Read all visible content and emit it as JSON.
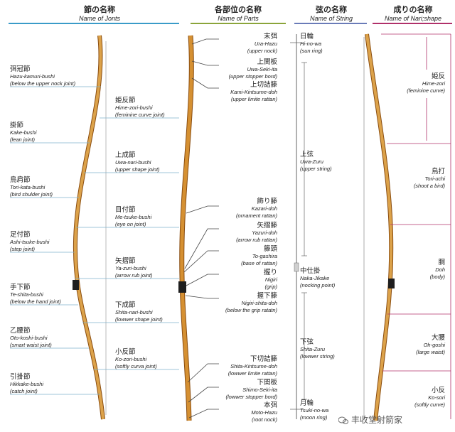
{
  "headers": {
    "joints": {
      "jp": "節の名称",
      "en": "Name of Jonts"
    },
    "parts": {
      "jp": "各部位の名称",
      "en": "Name of Parts"
    },
    "string": {
      "jp": "弦の名称",
      "en": "Name of String"
    },
    "shape": {
      "jp": "成りの名称",
      "en": "Name of Nari;shape"
    }
  },
  "joints_left": [
    {
      "jp": "弭冠節",
      "rom": "Hazu-kamuri-bushi",
      "en": "(below the upper nock joint)"
    },
    {
      "jp": "掛節",
      "rom": "Kake-bushi",
      "en": "(lean joint)"
    },
    {
      "jp": "鳥肩節",
      "rom": "Tori-kata-bushi",
      "en": "(bird shulder joint)"
    },
    {
      "jp": "足付節",
      "rom": "Ashi-tsuke-bushi",
      "en": "(step joint)"
    },
    {
      "jp": "手下節",
      "rom": "Te-shita-bushi",
      "en": "(below the hand joint)"
    },
    {
      "jp": "乙腰節",
      "rom": "Oto-koshi-bushi",
      "en": "(smart waist joint)"
    },
    {
      "jp": "引掛節",
      "rom": "Hikkake-bushi",
      "en": "(catch joint)"
    }
  ],
  "joints_right": [
    {
      "jp": "姫反節",
      "rom": "Hime-zori-bushi",
      "en": "(feminine curve joint)"
    },
    {
      "jp": "上成節",
      "rom": "Uwa-nari-bushi",
      "en": "(upper shape joint)"
    },
    {
      "jp": "目付節",
      "rom": "Me-tsuke-bushi",
      "en": "(eye on joint)"
    },
    {
      "jp": "矢摺節",
      "rom": "Ya-zuri-bushi",
      "en": "(arrow rub joint)"
    },
    {
      "jp": "下成節",
      "rom": "Shita-nari-bushi",
      "en": "(lowwer shape joint)"
    },
    {
      "jp": "小反節",
      "rom": "Ko-zori-bushi",
      "en": "(softly curva joint)"
    }
  ],
  "parts": [
    {
      "jp": "末弭",
      "rom": "Ura-Hazu",
      "en": "(upper nock)"
    },
    {
      "jp": "上関板",
      "rom": "Uwa-Seki-ita",
      "en": "(upper stopper bord)"
    },
    {
      "jp": "上切詰籐",
      "rom": "Kami-Kintsume-doh",
      "en": "(upper limite rattan)"
    },
    {
      "jp": "飾り籐",
      "rom": "Kazari-doh",
      "en": "(ornament rattan)"
    },
    {
      "jp": "矢摺籐",
      "rom": "Yazuri-doh",
      "en": "(arrow rub rattan)"
    },
    {
      "jp": "籐頭",
      "rom": "To-gashira",
      "en": "(base of rattan)"
    },
    {
      "jp": "握り",
      "rom": "Nigiri",
      "en": "(grip)"
    },
    {
      "jp": "握下籐",
      "rom": "Nigiri-shita-doh",
      "en": "(below the grip ratatn)"
    },
    {
      "jp": "下切詰籐",
      "rom": "Shita-Kintsume-doh",
      "en": "(lowwer limite rattan)"
    },
    {
      "jp": "下関板",
      "rom": "Shimo-Seki-ita",
      "en": "(lowwer stopper bord)"
    },
    {
      "jp": "本弭",
      "rom": "Moto-Hazu",
      "en": "(root nock)"
    }
  ],
  "string": [
    {
      "jp": "日輪",
      "rom": "Hi-no-wa",
      "en": "(sun ring)"
    },
    {
      "jp": "上弦",
      "rom": "Uwa-Zuru",
      "en": "(upper string)"
    },
    {
      "jp": "中仕掛",
      "rom": "Naka-Jikake",
      "en": "(nocking point)"
    },
    {
      "jp": "下弦",
      "rom": "Shita-Zuru",
      "en": "(lowwer string)"
    },
    {
      "jp": "月輪",
      "rom": "Tsuki-no-wa",
      "en": "(moon ring)"
    }
  ],
  "shape": [
    {
      "jp": "姫反",
      "rom": "Hime-zori",
      "en": "(feminine curve)"
    },
    {
      "jp": "鳥打",
      "rom": "Tori-uchi",
      "en": "(shoot a bird)"
    },
    {
      "jp": "胴",
      "rom": "Doh",
      "en": "(body)"
    },
    {
      "jp": "大腰",
      "rom": "Oh-goshi",
      "en": "(large waist)"
    },
    {
      "jp": "小反",
      "rom": "Ko-sori",
      "en": "(softly curve)"
    }
  ],
  "watermark": "丰收堂射箭家",
  "colors": {
    "joints_rule": "#3a9bc8",
    "parts_rule": "#8aa43a",
    "string_rule": "#6a7bb8",
    "shape_rule": "#b0306a",
    "leader": "#7fb2cc",
    "bow_wood": "#c8861e",
    "bow_edge": "#8a4d10",
    "grip": "#1e1e1e"
  }
}
